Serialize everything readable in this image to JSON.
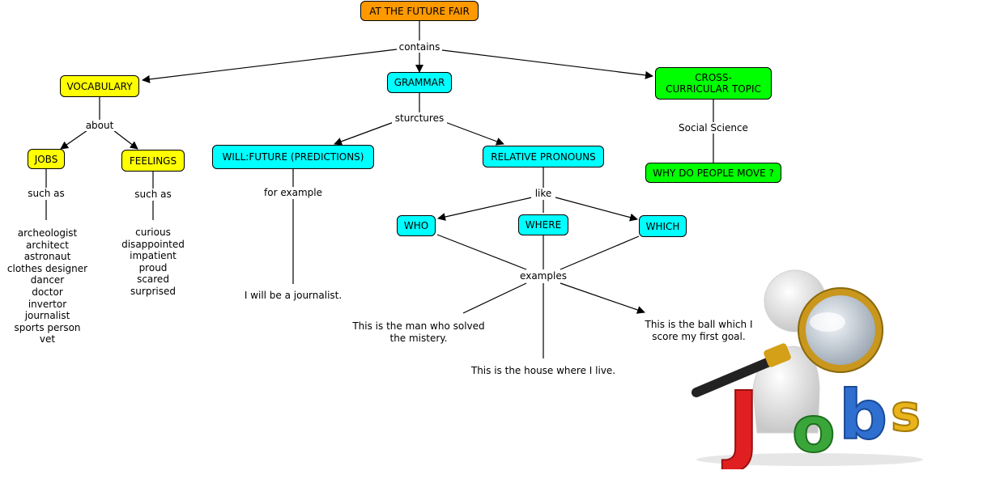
{
  "root": {
    "label": "AT THE FUTURE FAIR",
    "color": "#ff9900"
  },
  "links": {
    "contains": "contains",
    "about": "about",
    "such_as_1": "such as",
    "such_as_2": "such as",
    "structures": "sturctures",
    "for_example": "for example",
    "like": "like",
    "examples": "examples",
    "social_science": "Social Science"
  },
  "nodes": {
    "vocabulary": "VOCABULARY",
    "grammar": "GRAMMAR",
    "cross_curricular": "CROSS-CURRICULAR TOPIC",
    "jobs": "JOBS",
    "feelings": "FEELINGS",
    "will_future": "WILL:FUTURE (PREDICTIONS)",
    "relative_pronouns": "RELATIVE PRONOUNS",
    "why_move": "WHY DO PEOPLE MOVE ?",
    "who": "WHO",
    "where": "WHERE",
    "which": "WHICH"
  },
  "colors": {
    "yellow": "#ffff00",
    "cyan": "#00ffff",
    "green": "#00ff00",
    "orange": "#ff9900"
  },
  "jobs_list": [
    "archeologist",
    "architect",
    "astronaut",
    "clothes designer",
    "dancer",
    "doctor",
    "invertor",
    "journalist",
    "sports person",
    "vet"
  ],
  "feelings_list": [
    "curious",
    "disappointed",
    "impatient",
    "proud",
    "scared",
    "surprised"
  ],
  "texts": {
    "will_example": "I will be a journalist.",
    "who_example_1": "This is the man who solved",
    "who_example_2": "the mistery.",
    "where_example": "This is the house where I live.",
    "which_example_1": "This is the ball which I",
    "which_example_2": "score my first goal."
  },
  "illustration": {
    "word": "Jobs",
    "icon": "magnifying-glass-figure"
  }
}
